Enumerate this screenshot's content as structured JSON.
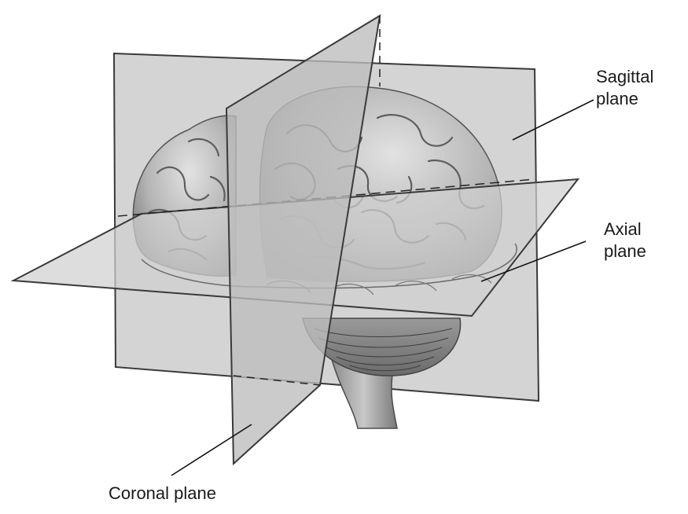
{
  "labels": {
    "sagittal": {
      "line1": "Sagittal",
      "line2": "plane"
    },
    "axial": {
      "line1": "Axial",
      "line2": "plane"
    },
    "coronal": {
      "text": "Coronal plane"
    }
  },
  "colors": {
    "plane_fill": "#c9c9c9",
    "plane_edge": "#3a3a3a",
    "brain_fill": "#b5b5b5",
    "brain_light": "#dcdcdc",
    "brain_dark": "#6e6e6e",
    "leader_line": "#111111"
  }
}
